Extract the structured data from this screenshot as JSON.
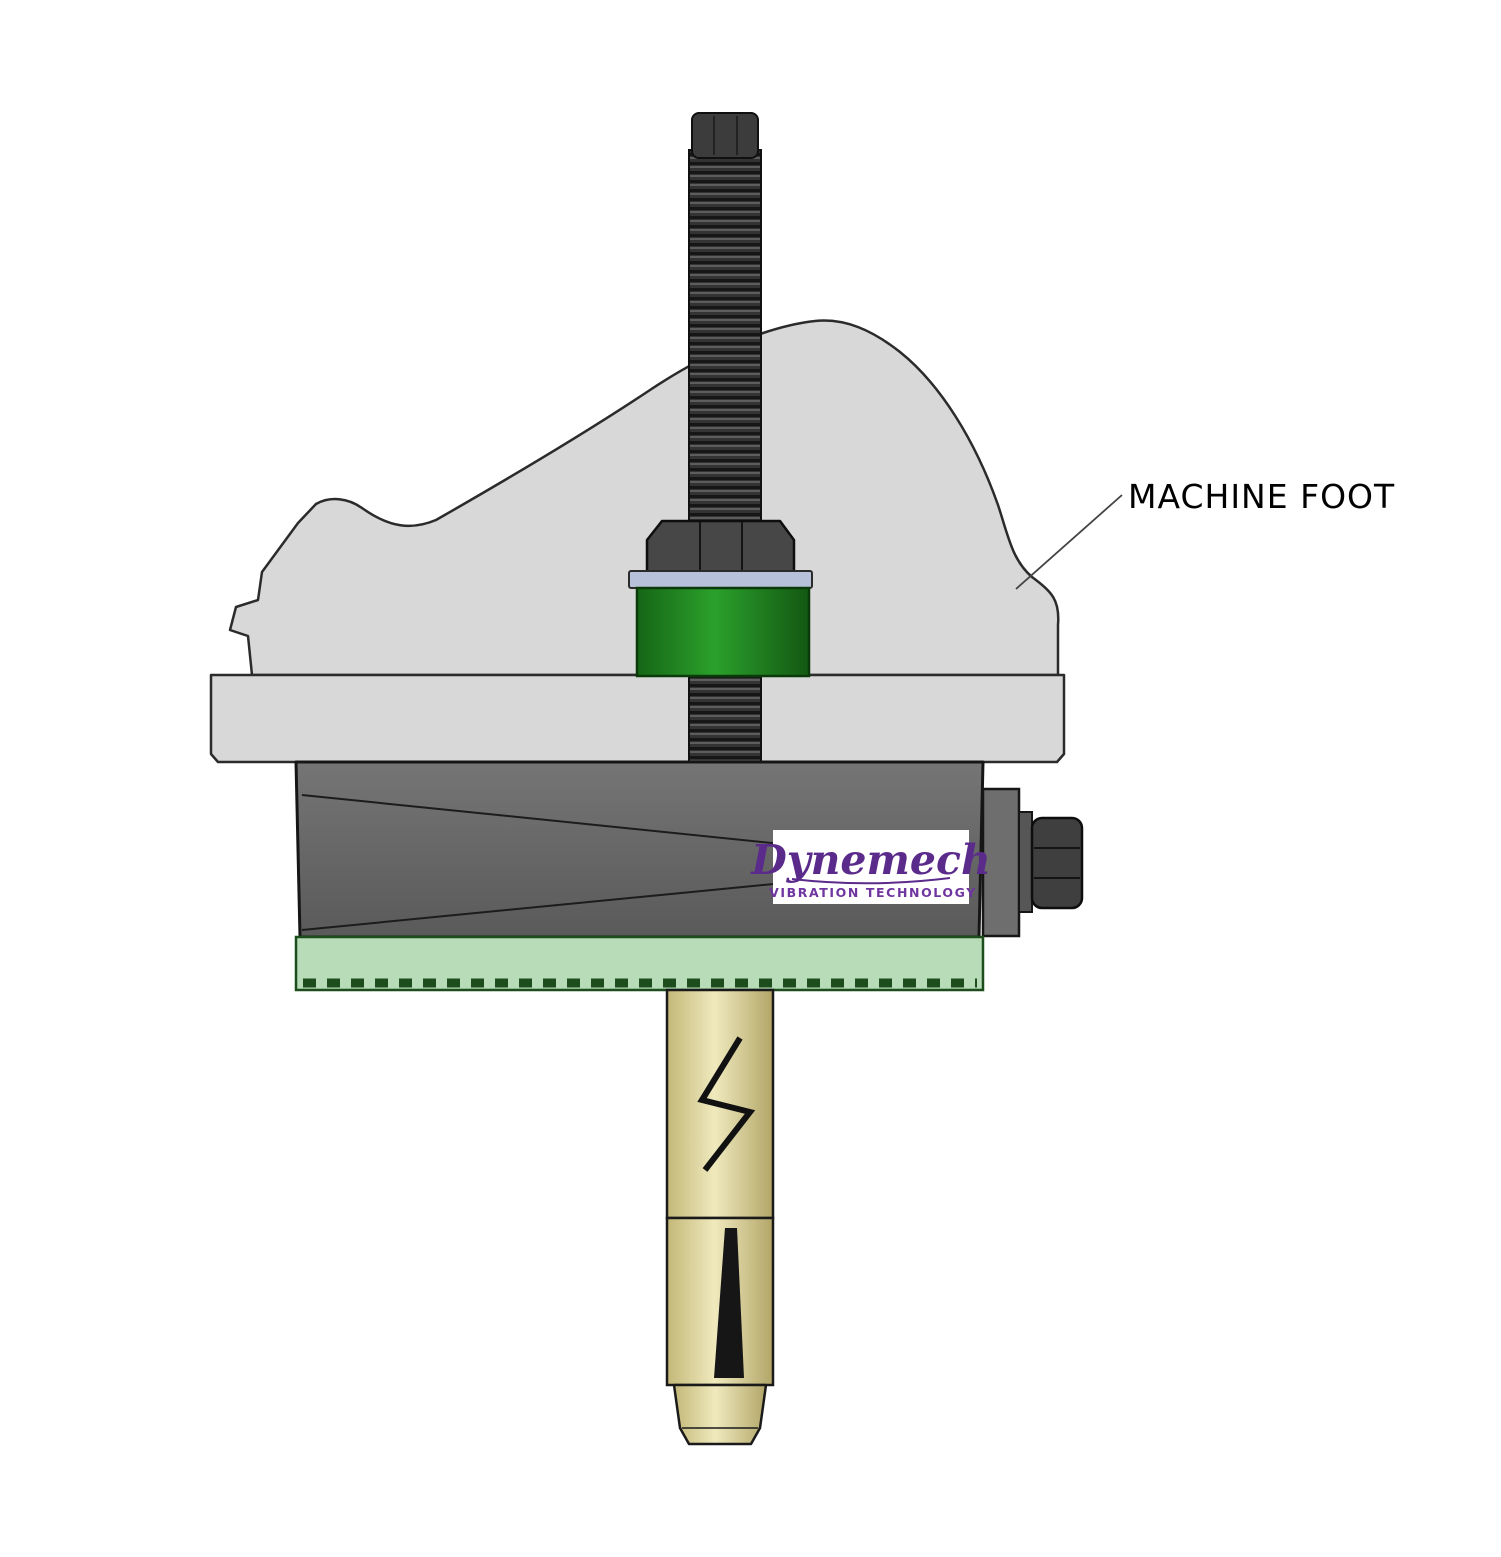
{
  "annotation": {
    "machine_foot_label": "MACHINE FOOT"
  },
  "logo": {
    "brand": "Dynemech",
    "tagline": "VIBRATION TECHNOLOGY"
  },
  "colors": {
    "machine_foot": "#d8d8d8",
    "mount_body": "#686868",
    "mount_outline": "#161616",
    "rubber_bushing_green": "#1f8a1f",
    "base_pad_green": "#b7dcb7",
    "base_pad_edge": "#1d4d1d",
    "anchor_brass": "#ded9a2",
    "bolt_dark": "#3c3c3c",
    "washer_blue": "#b8c1da",
    "logo_purple": "#5b2b8b",
    "logo_purple_light": "#6f35a0"
  }
}
